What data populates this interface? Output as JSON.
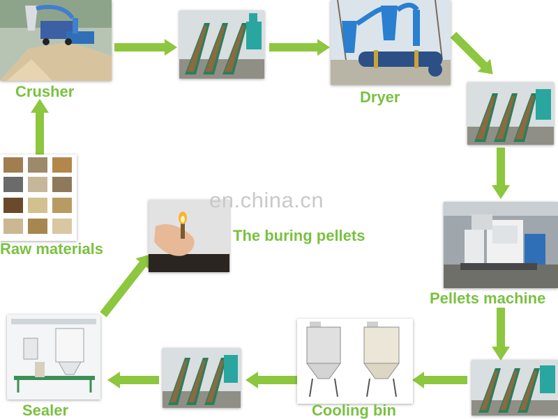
{
  "colors": {
    "label_green": "#7ac142",
    "arrow_green": "#8dc63f",
    "conveyor_green": "#2e7d5b",
    "machine_teal": "#2aa6a0",
    "watermark_gray": "#c9c9c9"
  },
  "watermark": "en.china.cn",
  "steps": {
    "crusher": "Crusher",
    "dryer": "Dryer",
    "pellets_machine": "Pellets machine",
    "cooling_bin": "Cooling bin",
    "sealer": "Sealer",
    "raw_materials": "Raw materials",
    "burning_pellets": "The buring pellets"
  },
  "arrow_direction_sequence": [
    "right",
    "right",
    "down-right",
    "down",
    "down",
    "left",
    "left",
    "left",
    "up-right",
    "up"
  ]
}
